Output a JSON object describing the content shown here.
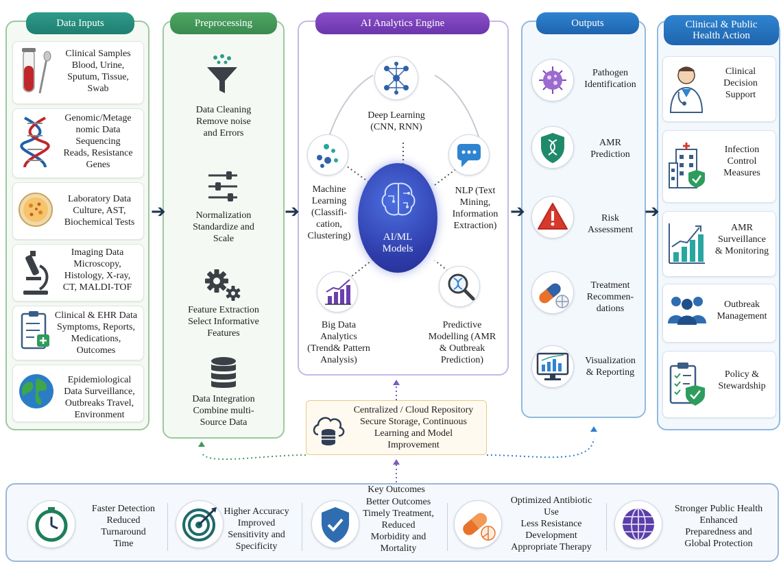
{
  "columns": {
    "inputs": {
      "title": "Data Inputs",
      "items": [
        {
          "icon": "test-tube-icon",
          "lines": [
            "Clinical Samples",
            "Blood, Urine,",
            "Sputum, Tissue,",
            "Swab"
          ]
        },
        {
          "icon": "dna-icon",
          "lines": [
            "Genomic/Metage",
            "nomic Data",
            "Sequencing",
            "Reads, Resistance",
            "Genes"
          ]
        },
        {
          "icon": "petri-dish-icon",
          "lines": [
            "Laboratory Data",
            "Culture, AST,",
            "Biochemical Tests"
          ]
        },
        {
          "icon": "microscope-icon",
          "lines": [
            "Imaging Data",
            "Microscopy,",
            "Histology, X-ray,",
            "CT, MALDI-TOF"
          ]
        },
        {
          "icon": "clipboard-icon",
          "lines": [
            "Clinical & EHR Data",
            "Symptoms, Reports,",
            "Medications,",
            "Outcomes"
          ]
        },
        {
          "icon": "globe-icon",
          "lines": [
            "Epidemiological",
            "Data Surveillance,",
            "Outbreaks Travel,",
            "Environment"
          ]
        }
      ]
    },
    "preprocessing": {
      "title": "Preprocessing",
      "items": [
        {
          "icon": "funnel-icon",
          "lines": [
            "Data Cleaning",
            "Remove noise",
            "and Errors"
          ]
        },
        {
          "icon": "sliders-icon",
          "lines": [
            "Normalization",
            "Standardize and",
            "Scale"
          ]
        },
        {
          "icon": "gears-icon",
          "lines": [
            "Feature Extraction",
            "Select Informative",
            "Features"
          ]
        },
        {
          "icon": "database-icon",
          "lines": [
            "Data Integration",
            "Combine multi-",
            "Source Data"
          ]
        }
      ]
    },
    "ai": {
      "title": "AI Analytics Engine",
      "center": [
        "AI/ML",
        "Models"
      ],
      "nodes": {
        "deep": [
          "Deep Learning",
          "(CNN, RNN)"
        ],
        "ml": [
          "Machine",
          "Learning",
          "(Classifi-",
          "cation,",
          "Clustering)"
        ],
        "nlp": [
          "NLP (Text",
          "Mining,",
          "Information",
          "Extraction)"
        ],
        "big": [
          "Big Data",
          "Analytics",
          "(Trend& Pattern",
          "Analysis)"
        ],
        "pred": [
          "Predictive",
          "Modelling (AMR",
          "& Outbreak",
          "Prediction)"
        ]
      }
    },
    "outputs": {
      "title": "Outputs",
      "items": [
        {
          "icon": "pathogen-icon",
          "lines": [
            "Pathogen",
            "Identification"
          ]
        },
        {
          "icon": "shield-dna-icon",
          "lines": [
            "AMR",
            "Prediction"
          ]
        },
        {
          "icon": "warning-icon",
          "lines": [
            "Risk",
            "Assessment"
          ]
        },
        {
          "icon": "pill-icon",
          "lines": [
            "Treatment",
            "Recommen-",
            "dations"
          ]
        },
        {
          "icon": "monitor-chart-icon",
          "lines": [
            "Visualization",
            "& Reporting"
          ]
        }
      ]
    },
    "action": {
      "title_lines": [
        "Clinical & Public",
        "Health Action"
      ],
      "items": [
        {
          "icon": "doctor-icon",
          "lines": [
            "Clinical",
            "Decision",
            "Support"
          ]
        },
        {
          "icon": "hospital-icon",
          "lines": [
            "Infection",
            "Control",
            "Measures"
          ]
        },
        {
          "icon": "trend-chart-icon",
          "lines": [
            "AMR",
            "Surveillance",
            "& Monitoring"
          ]
        },
        {
          "icon": "team-icon",
          "lines": [
            "Outbreak",
            "Management"
          ]
        },
        {
          "icon": "policy-icon",
          "lines": [
            "Policy &",
            "Stewardship"
          ]
        }
      ]
    }
  },
  "repository": {
    "icon": "cloud-database-icon",
    "lines": [
      "Centralized / Cloud Repository",
      "Secure Storage, Continuous",
      "Learning and Model",
      "Improvement"
    ]
  },
  "outcomes": {
    "title": "Key Outcomes",
    "items": [
      {
        "icon": "clock-icon",
        "lines": [
          "Faster Detection",
          "Reduced",
          "Turnaround",
          "Time"
        ]
      },
      {
        "icon": "target-icon",
        "lines": [
          "Higher Accuracy",
          "Improved",
          "Sensitivity and",
          "Specificity"
        ]
      },
      {
        "icon": "shield-check-icon",
        "lines": [
          "Better Outcomes",
          "Timely Treatment,",
          "Reduced",
          "Morbidity and",
          "Mortality"
        ]
      },
      {
        "icon": "capsule-icon",
        "lines": [
          "Optimized Antibiotic",
          "Use",
          "Less Resistance",
          "Development",
          "Appropriate Therapy"
        ]
      },
      {
        "icon": "world-icon",
        "lines": [
          "Stronger Public Health",
          "Enhanced",
          "Preparedness and",
          "Global Protection"
        ]
      }
    ]
  },
  "colors": {
    "inputs": "#2f9b8a",
    "preprocessing": "#4fa664",
    "ai": "#7a43bb",
    "outputs": "#2574c0",
    "action": "#2574c0",
    "arrow": "#1f3550"
  }
}
